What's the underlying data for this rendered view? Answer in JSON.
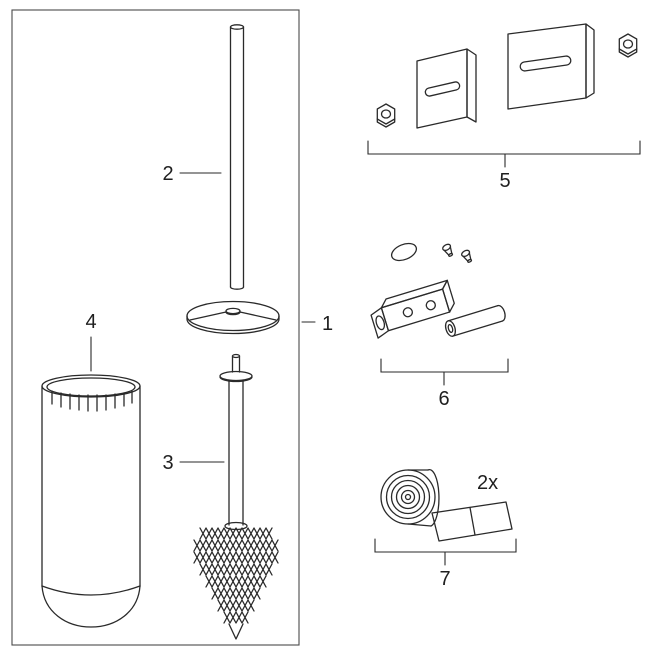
{
  "diagram": {
    "title": "exploded-parts-diagram",
    "callouts": {
      "assembly": "1",
      "handle_rod": "2",
      "brush_head": "3",
      "container": "4",
      "wall_plates": "5",
      "mounting_hardware": "6",
      "adhesive_tape": "7"
    },
    "tape_quantity": "2x",
    "colors": {
      "line": "#2a2a2a",
      "background": "#ffffff"
    }
  }
}
